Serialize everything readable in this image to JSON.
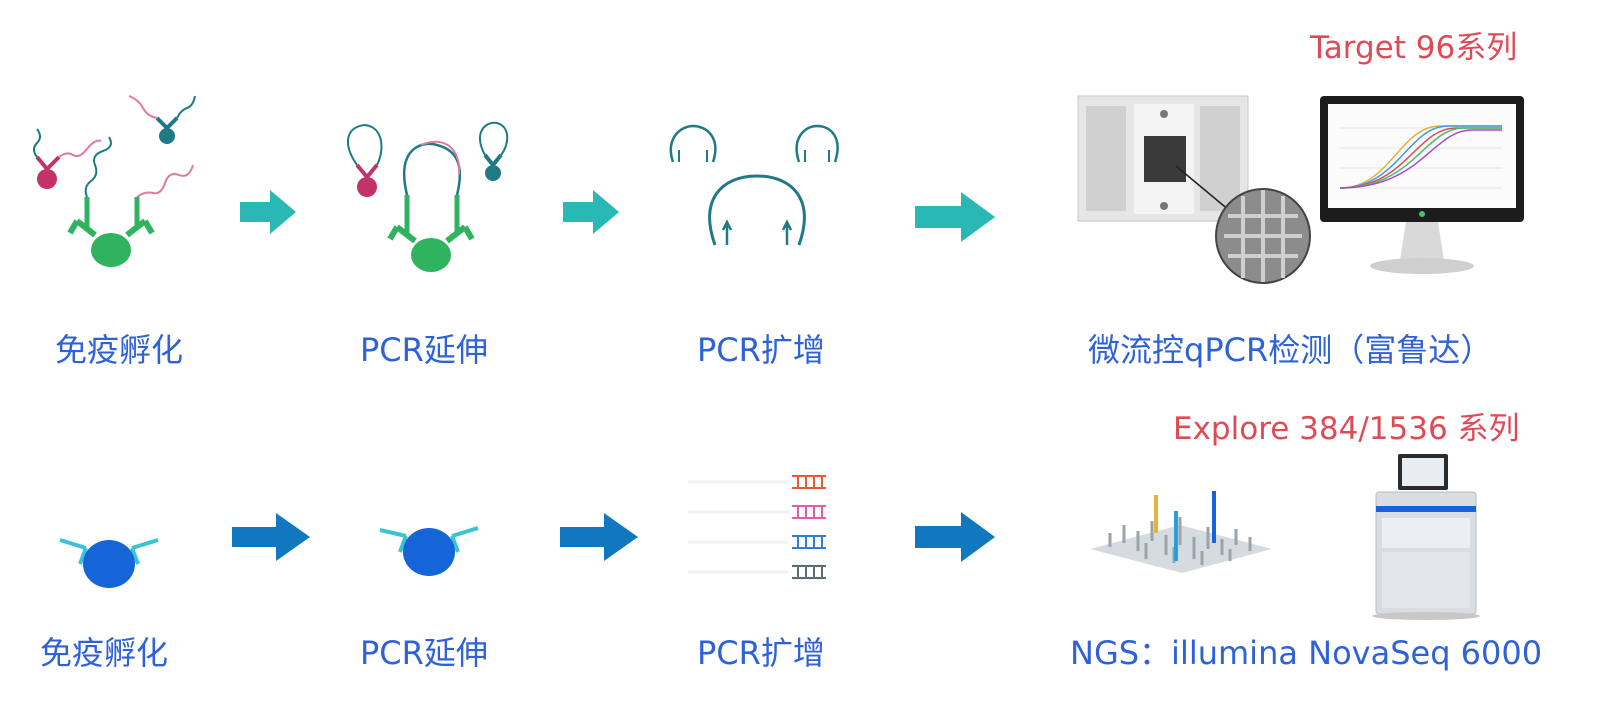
{
  "row1": {
    "series_title": "Target 96系列",
    "steps": [
      "免疫孵化",
      "PCR延伸",
      "PCR扩增",
      "微流控qPCR检测（富鲁达）"
    ]
  },
  "row2": {
    "series_title": "Explore 384/1536 系列",
    "steps": [
      "免疫孵化",
      "PCR延伸",
      "PCR扩增",
      "NGS：illumina NovaSeq 6000"
    ]
  },
  "colors": {
    "series_title": "#e04a57",
    "step_label": "#2f62d8",
    "row1_arrow": "#2ab8b5",
    "row2_arrow": "#1178c0",
    "antibody_green": "#2fb35f",
    "antibody_magenta": "#c3336a",
    "antibody_teal": "#1e7a84",
    "antigen_blue": "#1565d8",
    "antibody_cyan": "#38c3d6"
  },
  "icons": [
    "immune-incubation-icon",
    "pcr-extension-icon",
    "pcr-amplification-icon",
    "microfluidic-chip-icon",
    "qpcr-monitor-icon",
    "ngs-peaks-icon",
    "novaseq-sequencer-icon"
  ]
}
